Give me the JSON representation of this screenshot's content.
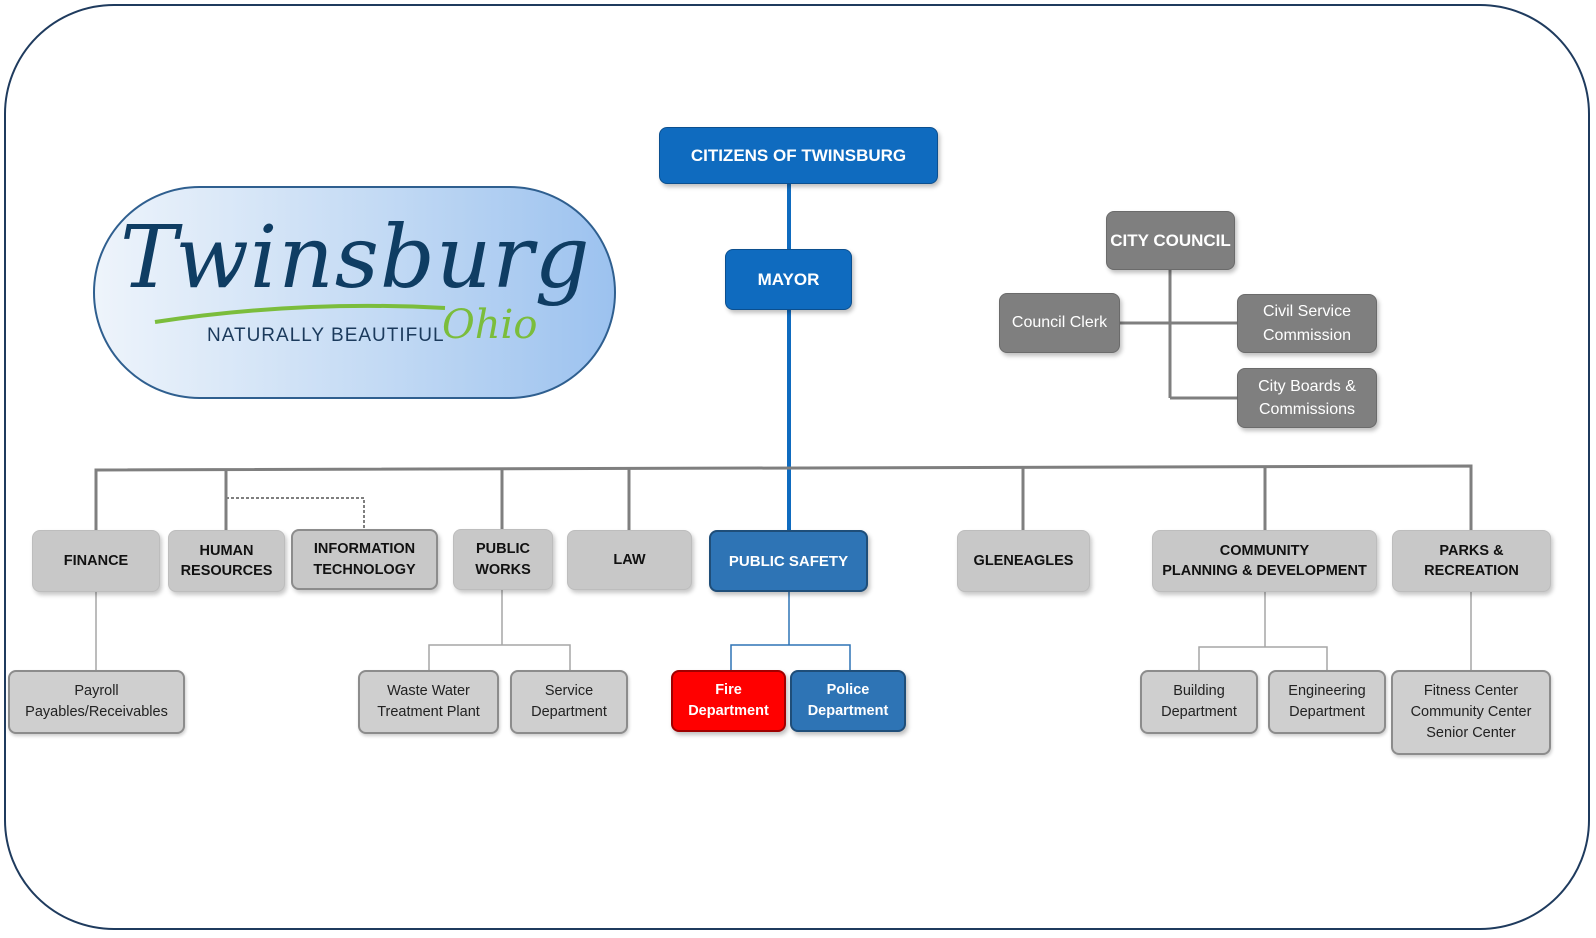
{
  "logo": {
    "wordmark": "Twinsburg",
    "tagline": "NATURALLY BEAUTIFUL",
    "state": "Ohio"
  },
  "colors": {
    "primary_blue": "#0f6bbf",
    "public_safety_blue": "#2e74b5",
    "council_gray": "#7f7f7f",
    "department_gray": "#c8c8c8",
    "fire_red": "#ff0000",
    "frame_navy": "#1f3b5e"
  },
  "top": {
    "citizens": "CITIZENS OF TWINSBURG",
    "mayor": "MAYOR"
  },
  "council": {
    "city_council": "CITY COUNCIL",
    "clerk": "Council Clerk",
    "civil_service": "Civil Service\nCommission",
    "boards": "City Boards &\nCommissions"
  },
  "departments": {
    "finance": "FINANCE",
    "hr": "HUMAN\nRESOURCES",
    "it": "INFORMATION\nTECHNOLOGY",
    "public_works": "PUBLIC\nWORKS",
    "law": "LAW",
    "public_safety": "PUBLIC SAFETY",
    "gleneagles": "GLENEAGLES",
    "community": "COMMUNITY\nPLANNING & DEVELOPMENT",
    "parks": "PARKS &\nRECREATION"
  },
  "units": {
    "payroll": "Payroll\nPayables/Receivables",
    "waste_water": "Waste Water\nTreatment Plant",
    "service": "Service\nDepartment",
    "fire": "Fire\nDepartment",
    "police": "Police\nDepartment",
    "building": "Building\nDepartment",
    "engineering": "Engineering\nDepartment",
    "fitness": "Fitness Center\nCommunity Center\nSenior Center"
  }
}
